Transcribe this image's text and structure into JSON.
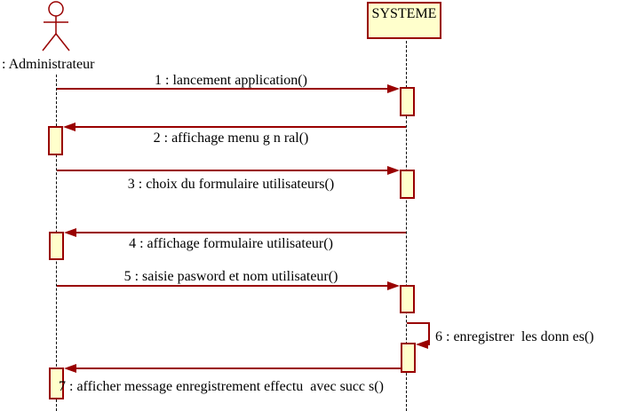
{
  "diagram": {
    "type": "uml-sequence-diagram",
    "actor": {
      "label": ": Administrateur"
    },
    "system": {
      "label": "SYSTEME"
    },
    "colors": {
      "message_line": "#990000",
      "activation_fill": "#FFFFCC",
      "lifeline": "#000000",
      "text": "#000000",
      "background": "#ffffff"
    },
    "messages": [
      {
        "label": "1 : lancement application()",
        "from": "Administrateur",
        "to": "SYSTEME",
        "direction": "right"
      },
      {
        "label": "2 : affichage menu g n ral()",
        "from": "SYSTEME",
        "to": "Administrateur",
        "direction": "left"
      },
      {
        "label": "3 : choix du formulaire utilisateurs()",
        "from": "Administrateur",
        "to": "SYSTEME",
        "direction": "right"
      },
      {
        "label": "4 : affichage formulaire utilisateur()",
        "from": "SYSTEME",
        "to": "Administrateur",
        "direction": "left"
      },
      {
        "label": "5 : saisie pasword et nom utilisateur()",
        "from": "Administrateur",
        "to": "SYSTEME",
        "direction": "right"
      },
      {
        "label": "6 : enregistrer  les donn es()",
        "from": "SYSTEME",
        "to": "SYSTEME",
        "direction": "self"
      },
      {
        "label": "7 : afficher message enregistrement effectu  avec succ s()",
        "from": "SYSTEME",
        "to": "Administrateur",
        "direction": "left"
      }
    ]
  }
}
